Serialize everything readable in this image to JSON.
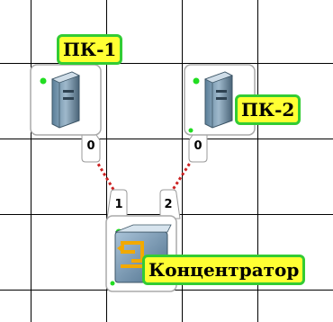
{
  "diagram": {
    "nodes": [
      {
        "id": "pc1",
        "label": "ПК-1",
        "type": "computer",
        "icon": "computer-tower-icon",
        "status": "on"
      },
      {
        "id": "pc2",
        "label": "ПК-2",
        "type": "computer",
        "icon": "computer-tower-icon",
        "status": "on"
      },
      {
        "id": "hub",
        "label": "Концентратор",
        "type": "hub",
        "icon": "hub-icon",
        "status": "on"
      }
    ],
    "ports": {
      "pc1": "0",
      "pc2": "0",
      "hub_left": "1",
      "hub_right": "2"
    },
    "links": [
      {
        "from": "pc1",
        "from_port": "0",
        "to": "hub",
        "to_port": "1"
      },
      {
        "from": "pc2",
        "from_port": "0",
        "to": "hub",
        "to_port": "2"
      }
    ],
    "colors": {
      "label_background": "#ffff33",
      "label_border": "#33cc33",
      "cable": "#cc2222",
      "status_on": "#22dd22",
      "grid": "#000000"
    }
  }
}
